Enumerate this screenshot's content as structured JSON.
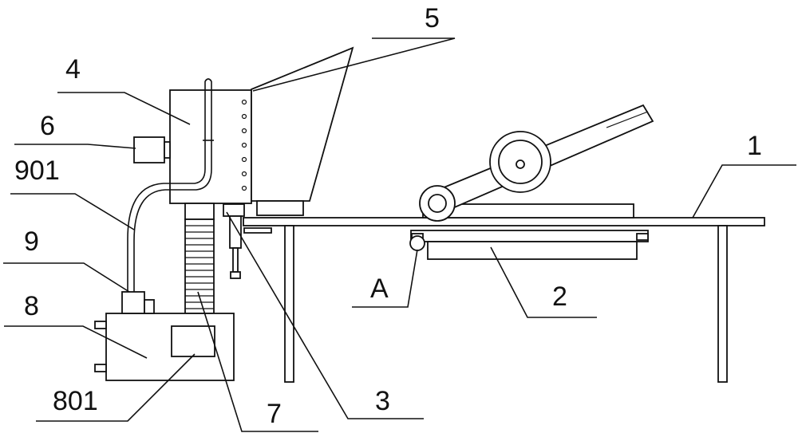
{
  "labels": {
    "l1": "1",
    "l2": "2",
    "l3": "3",
    "l4": "4",
    "l5": "5",
    "l6": "6",
    "l7": "7",
    "l8": "8",
    "l9": "9",
    "l801": "801",
    "l901": "901",
    "lA": "A"
  },
  "colors": {
    "stroke": "#111111",
    "background": "#ffffff"
  }
}
